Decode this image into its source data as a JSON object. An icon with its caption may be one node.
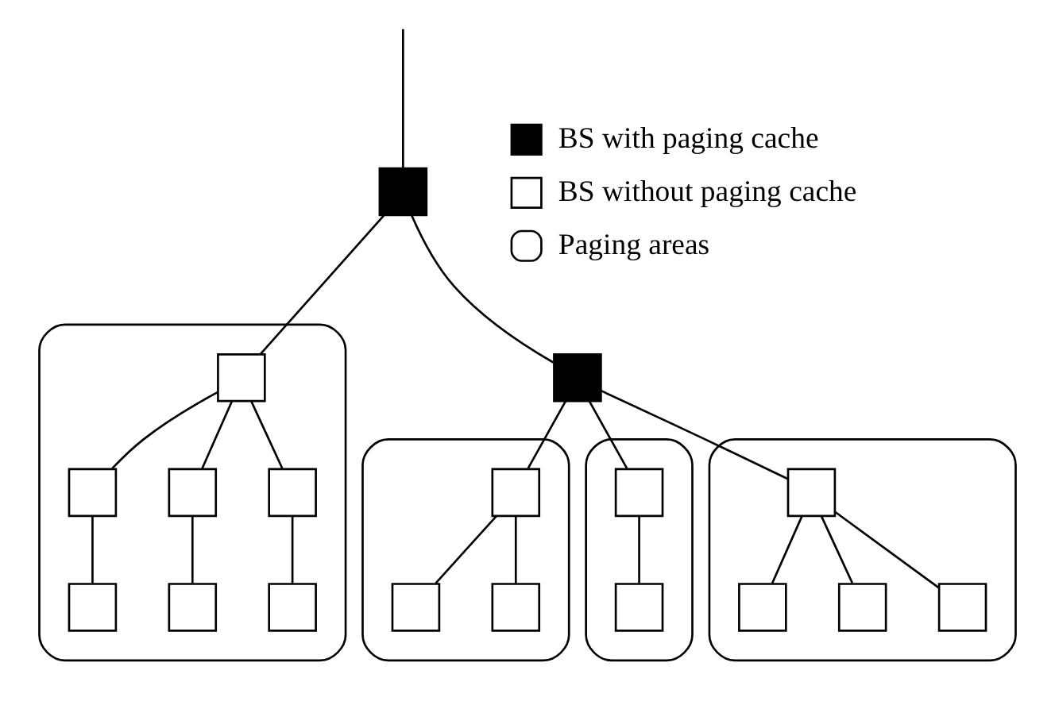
{
  "diagram": {
    "nodes": [
      {
        "text": [],
        "shape": "box"
      },
      {
        "text": [],
        "shape": "box"
      },
      {
        "text": [],
        "shape": "ellipse"
      },
      {
        "text": [],
        "shape": "box",
        "in": 2
      },
      {
        "text": [],
        "shape": "box",
        "in": 2
      },
      {
        "text": [],
        "shape": "box",
        "in": 2
      },
      {
        "text": [],
        "shape": "box",
        "in": 2
      },
      {
        "text": [],
        "shape": "box",
        "in": 2
      },
      {
        "text": [],
        "shape": "box",
        "in": 2
      },
      {
        "text": [],
        "shape": "box",
        "in": 2
      },
      {
        "text": [],
        "shape": "ellipse"
      },
      {
        "text": [],
        "shape": "box",
        "in": 10
      },
      {
        "text": [],
        "shape": "box",
        "in": 10
      },
      {
        "text": [],
        "shape": "box",
        "in": 10
      },
      {
        "text": [],
        "shape": "ellipse"
      },
      {
        "text": [],
        "shape": "box",
        "in": 14
      },
      {
        "text": [],
        "shape": "box",
        "in": 14
      },
      {
        "text": [],
        "shape": "ellipse"
      },
      {
        "text": [],
        "shape": "box",
        "in": 17
      },
      {
        "text": [],
        "shape": "box",
        "in": 17
      },
      {
        "text": [],
        "shape": "box",
        "in": 17
      },
      {
        "text": [],
        "shape": "box",
        "in": 17
      }
    ],
    "edges": [
      {
        "from": null,
        "to": 0,
        "arrow": "none"
      },
      {
        "from": 0,
        "to": 1,
        "arrow": "none"
      },
      {
        "from": 0,
        "to": 4,
        "arrow": "none"
      },
      {
        "from": 4,
        "to": 3,
        "arrow": "none"
      },
      {
        "from": 3,
        "to": 5,
        "arrow": "none"
      },
      {
        "from": 4,
        "to": 7,
        "arrow": "none"
      },
      {
        "from": 7,
        "to": 8,
        "arrow": "none"
      },
      {
        "from": 4,
        "to": 6,
        "arrow": "none"
      },
      {
        "from": 6,
        "to": 9,
        "arrow": "none"
      },
      {
        "from": 1,
        "to": 11,
        "arrow": "none"
      },
      {
        "from": 11,
        "to": 12,
        "arrow": "none"
      },
      {
        "from": 11,
        "to": 13,
        "arrow": "none"
      },
      {
        "from": 1,
        "to": 15,
        "arrow": "none"
      },
      {
        "from": 15,
        "to": 16,
        "arrow": "none"
      },
      {
        "from": 1,
        "to": 18,
        "arrow": "none"
      },
      {
        "from": 18,
        "to": 19,
        "arrow": "none"
      },
      {
        "from": 18,
        "to": 20,
        "arrow": "none"
      },
      {
        "from": 18,
        "to": 21,
        "arrow": "none"
      }
    ],
    "legend": [
      {
        "text": "BS with paging cache",
        "color": "#000000"
      },
      {
        "text": "BS without paging cache",
        "color": "#ffffff"
      },
      {
        "text": "Paging areas"
      }
    ]
  }
}
